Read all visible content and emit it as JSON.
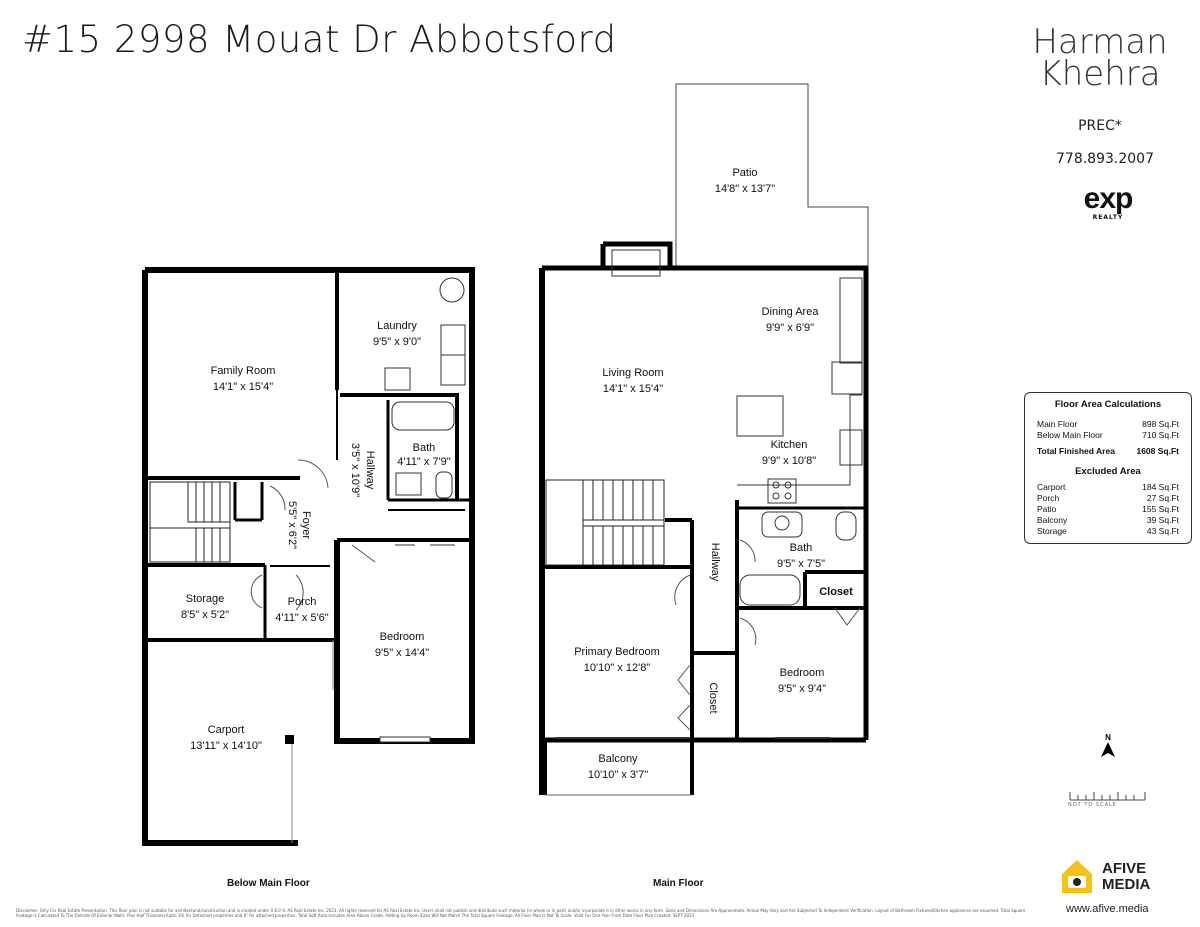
{
  "title": "#15 2998 Mouat Dr Abbotsford",
  "agent": {
    "first_name": "Harman",
    "last_name": "Khehra",
    "designation": "PREC*",
    "phone": "778.893.2007"
  },
  "brokerage": {
    "logo_text": "exp",
    "logo_subtext": "REALTY"
  },
  "floor_area": {
    "title": "Floor Area Calculations",
    "rows": [
      {
        "label": "Main Floor",
        "value": "898 Sq.Ft"
      },
      {
        "label": "Below Main Floor",
        "value": "710 Sq.Ft"
      }
    ],
    "total": {
      "label": "Total Finished Area",
      "value": "1608 Sq.Ft"
    },
    "excluded_title": "Excluded Area",
    "excluded": [
      {
        "label": "Carport",
        "value": "184 Sq.Ft"
      },
      {
        "label": "Porch",
        "value": "27 Sq.Ft"
      },
      {
        "label": "Patio",
        "value": "155 Sq.Ft"
      },
      {
        "label": "Balcony",
        "value": "39 Sq.Ft"
      },
      {
        "label": "Storage",
        "value": "43 Sq.Ft"
      }
    ]
  },
  "below_main": {
    "label": "Below Main Floor",
    "rooms": {
      "family": {
        "name": "Family Room",
        "size": "14'1\" x 15'4\""
      },
      "laundry": {
        "name": "Laundry",
        "size": "9'5\" x 9'0\""
      },
      "hallway": {
        "name": "Hallway",
        "size": "3'5\" x 10'9\""
      },
      "bath": {
        "name": "Bath",
        "size": "4'11\" x 7'9\""
      },
      "foyer": {
        "name": "Foyer",
        "size": "5'5\" x 6'2\""
      },
      "storage": {
        "name": "Storage",
        "size": "8'5\" x 5'2\""
      },
      "porch": {
        "name": "Porch",
        "size": "4'11\" x 5'6\""
      },
      "bedroom": {
        "name": "Bedroom",
        "size": "9'5\" x 14'4\""
      },
      "carport": {
        "name": "Carport",
        "size": "13'11\" x 14'10\""
      }
    }
  },
  "main": {
    "label": "Main Floor",
    "rooms": {
      "patio": {
        "name": "Patio",
        "size": "14'8\" x 13'7\""
      },
      "dining": {
        "name": "Dining Area",
        "size": "9'9\" x 6'9\""
      },
      "living": {
        "name": "Living Room",
        "size": "14'1\" x 15'4\""
      },
      "kitchen": {
        "name": "Kitchen",
        "size": "9'9\" x 10'8\""
      },
      "hallway": {
        "name": "Hallway"
      },
      "bath": {
        "name": "Bath",
        "size": "9'5\" x 7'5\""
      },
      "closet1": {
        "name": "Closet"
      },
      "primary": {
        "name": "Primary Bedroom",
        "size": "10'10\" x 12'8\""
      },
      "closet2": {
        "name": "Closet"
      },
      "bedroom": {
        "name": "Bedroom",
        "size": "9'5\" x 9'4\""
      },
      "balcony": {
        "name": "Balcony",
        "size": "10'10\" x 3'7\""
      }
    }
  },
  "compass": {
    "label": "N"
  },
  "scale_note": "NOT TO SCALE",
  "media": {
    "name_line1": "AFIVE",
    "name_line2": "MEDIA",
    "url": "www.afive.media"
  },
  "disclaimer": "Disclaimer: Only For Real Estate Presentation. This floor plan is not suitable for architectural/construction and is created under 0.6.0 © AS Real Estate Inc. 2023. All rights reserved for AS Real Estate Inc. Users shall not publish and distribute such material (in whole or in part) and/or incorporate it in other works in any form. Sizes and Dimensions Are Approximate. Actual May Vary and Are Subjected To Independent Verification. Layout of Bathroom Fixtures/Kitchen appliances are assumed. Total Square Footage is Calculated To The Outside Of Exterior Walls. Plus Half Thickness(Upto 10) for Detached properties and 6\" for attached properties. Total Sqft Area Includes Area Above Grade, Adding Up Room Sizes Will Not Match The Total Square Footage. All Floor Plan Is Not To Scale. Valid For One Year From Date Floor Plan Created. SEPT 2023"
}
